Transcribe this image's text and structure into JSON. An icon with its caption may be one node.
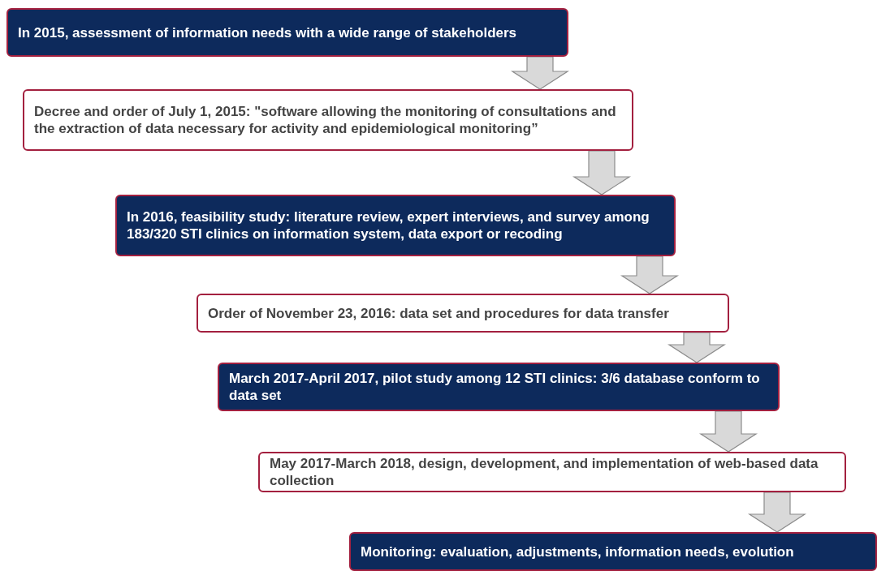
{
  "diagram": {
    "nodes": [
      {
        "text": [
          "In 2015, assessment of information needs with a wide range of stakeholders"
        ]
      },
      {
        "text": [
          "Decree and order of July 1, 2015: \"software allowing the monitoring of consultations and the extraction of data necessary for activity and epidemiological monitoring”"
        ]
      },
      {
        "text": [
          "In 2016, feasibility study:  literature review, expert interviews, and survey among 183/320 STI clinics on information system, data export or recoding"
        ]
      },
      {
        "text": [
          "Order of November 23, 2016: data set  and procedures for data transfer"
        ]
      },
      {
        "text": [
          "March 2017-April 2017, pilot study among 12 STI clinics:  3/6 database conform to data set"
        ]
      },
      {
        "text": [
          "May 2017-March 2018, design, development, and implementation of web-based data collection"
        ]
      },
      {
        "text": [
          "Monitoring: evaluation, adjustments, information needs, evolution"
        ]
      }
    ],
    "edges": [
      {
        "from": 0,
        "to": 1,
        "arrow": "to"
      },
      {
        "from": 1,
        "to": 2,
        "arrow": "to"
      },
      {
        "from": 2,
        "to": 3,
        "arrow": "to"
      },
      {
        "from": 3,
        "to": 4,
        "arrow": "to"
      },
      {
        "from": 4,
        "to": 5,
        "arrow": "to"
      },
      {
        "from": 5,
        "to": 6,
        "arrow": "to"
      }
    ]
  }
}
